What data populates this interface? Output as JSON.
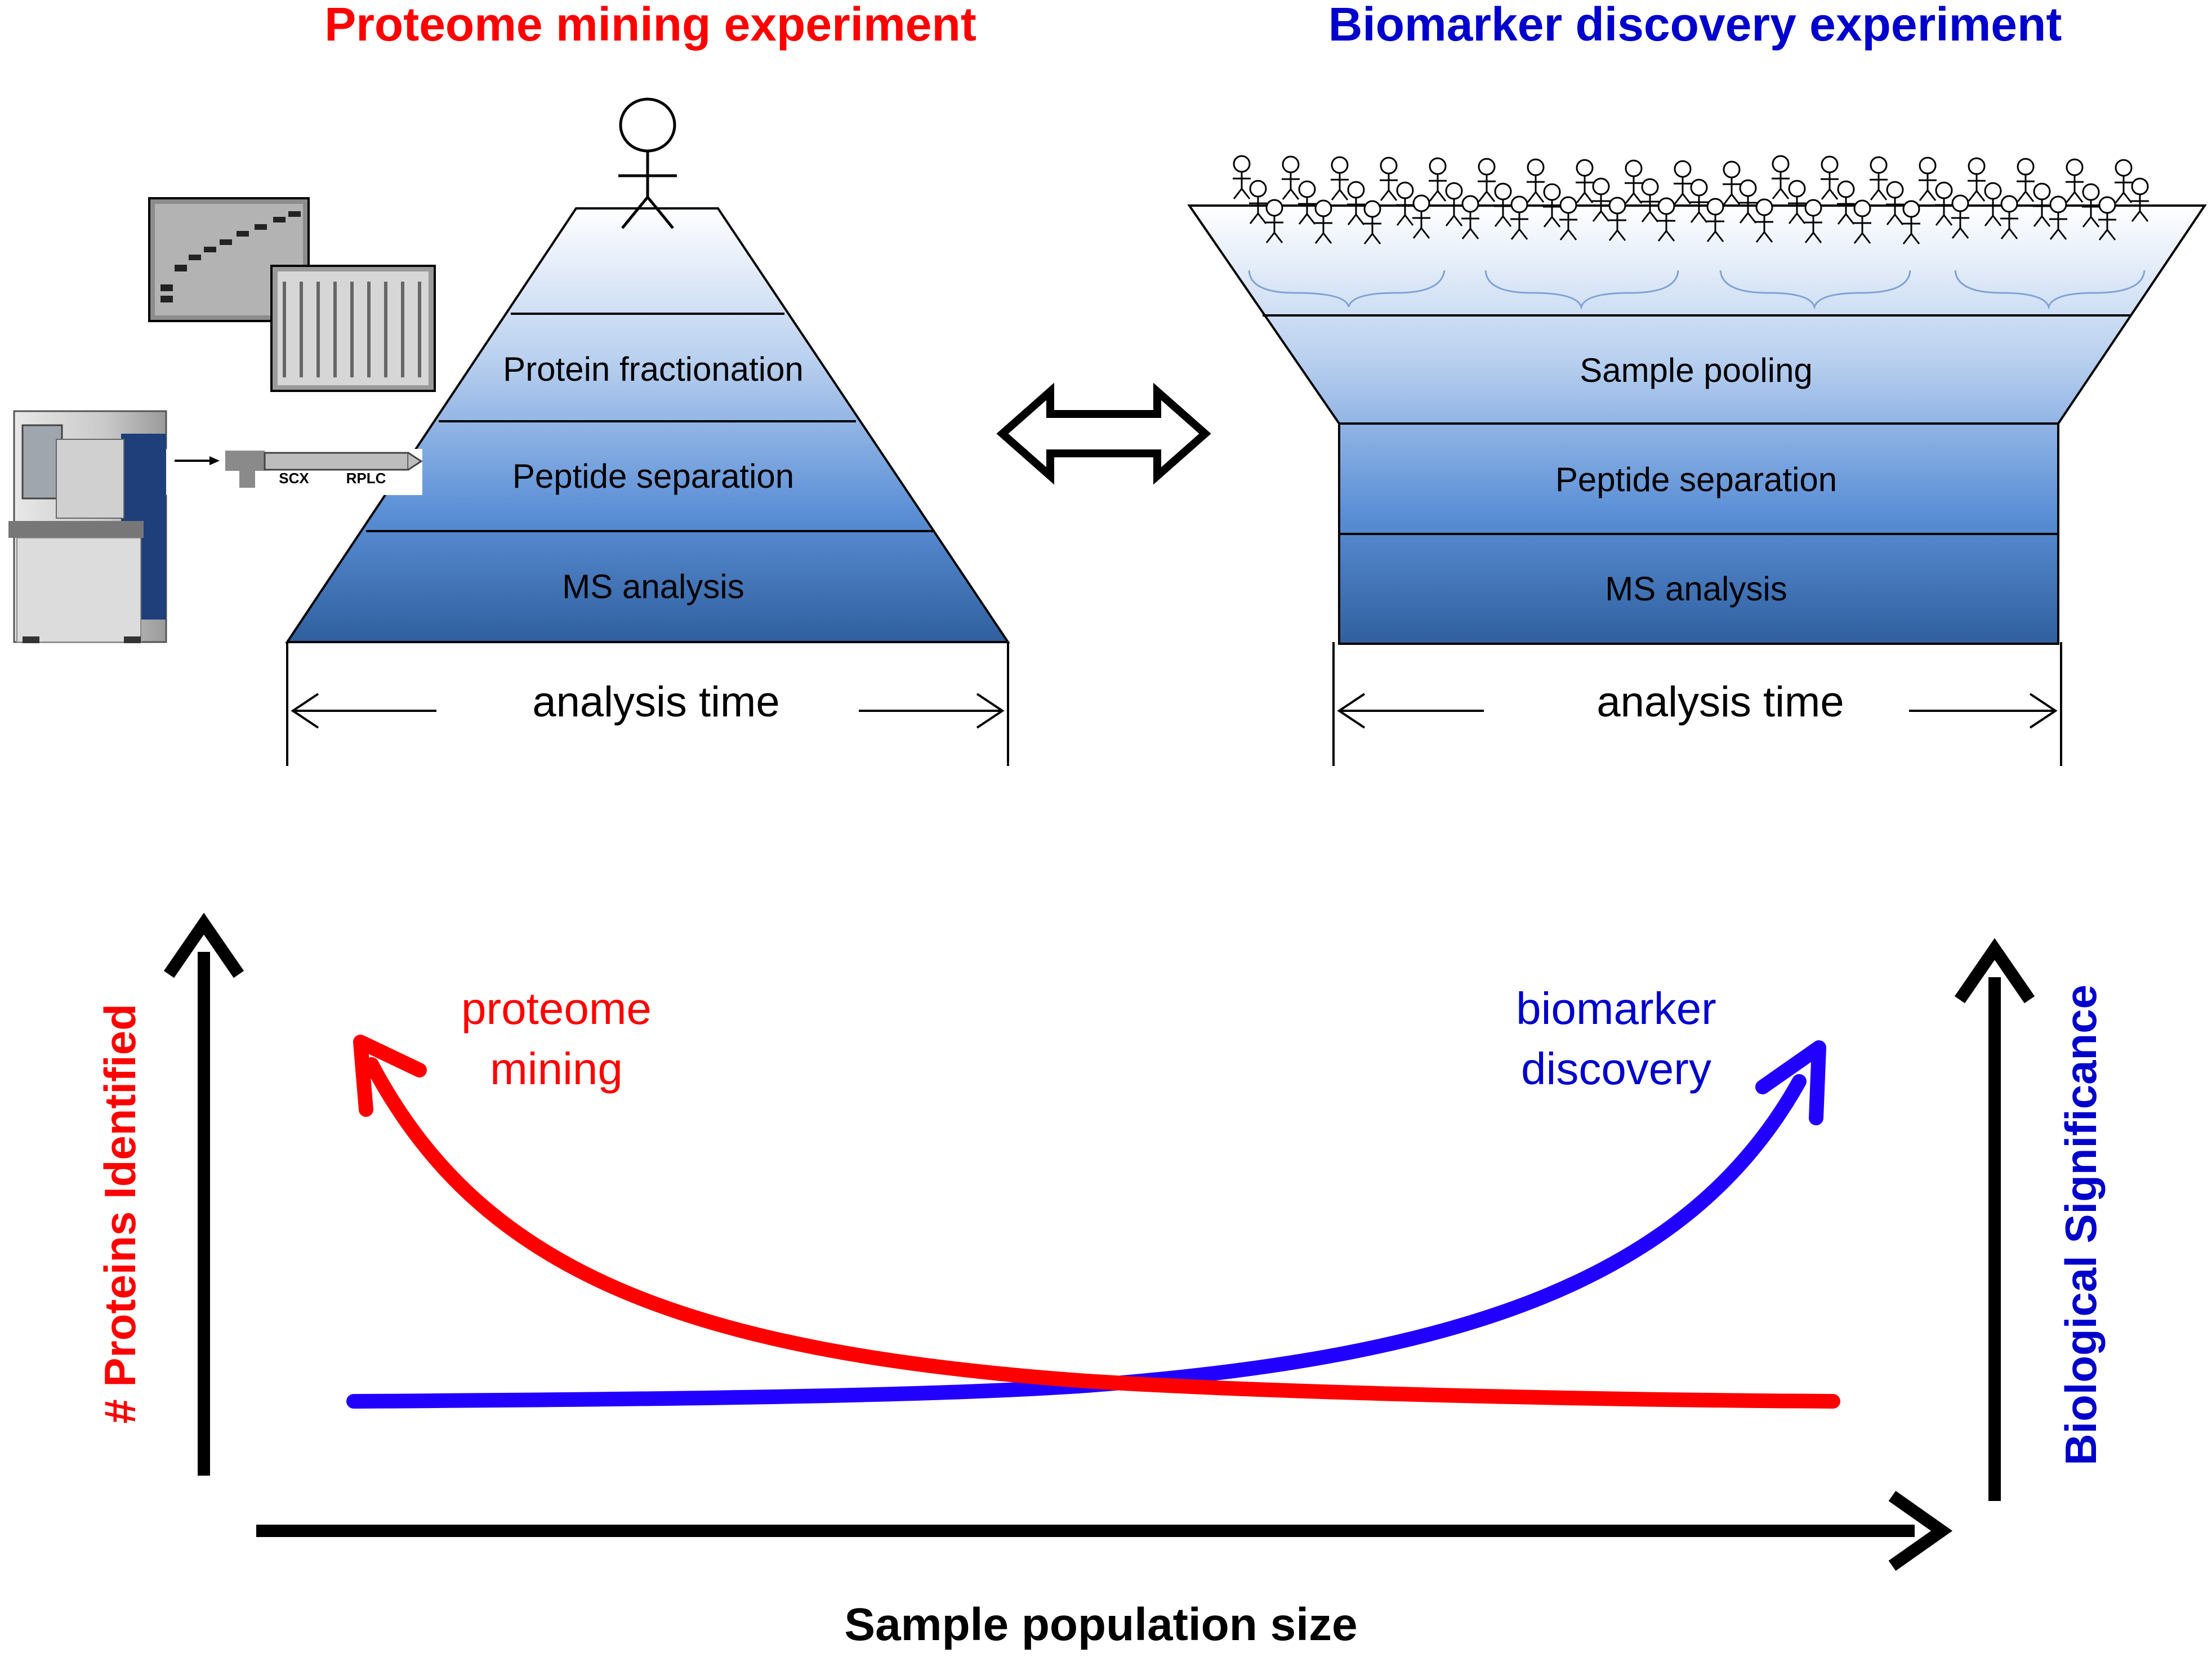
{
  "left_panel": {
    "title": "Proteome mining experiment",
    "title_color": "#ff0000",
    "layers": [
      "Protein fractionation",
      "Peptide separation",
      "MS analysis"
    ],
    "time_label": "analysis time",
    "column_labels": [
      "SCX",
      "RPLC"
    ]
  },
  "right_panel": {
    "title": "Biomarker discovery experiment",
    "title_color": "#0000cc",
    "layers": [
      "Sample pooling",
      "Peptide separation",
      "MS analysis"
    ],
    "time_label": "analysis time"
  },
  "graph": {
    "left_axis_label": "# Proteins Identified",
    "left_axis_color": "#ff0000",
    "right_axis_label": "Biological Significance",
    "right_axis_color": "#0000cc",
    "x_axis_label": "Sample population size",
    "curve_red_label": [
      "proteome",
      "mining"
    ],
    "curve_red_color": "#ff0000",
    "curve_blue_label": [
      "biomarker",
      "discovery"
    ],
    "curve_blue_color": "#2200ff"
  },
  "icons": [
    "person-icon",
    "double-arrow-icon",
    "gel-image-icon",
    "mass-spectrometer-icon"
  ]
}
